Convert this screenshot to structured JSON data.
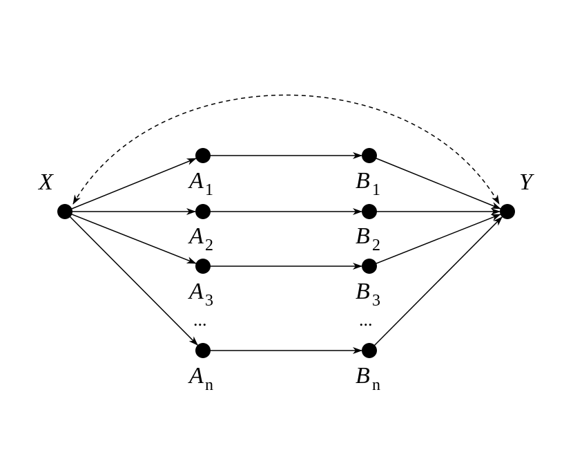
{
  "graph": {
    "source": {
      "id": "X",
      "label": "X"
    },
    "sink": {
      "id": "Y",
      "label": "Y"
    },
    "a_nodes": [
      {
        "id": "A1",
        "label": "A",
        "sub": "1"
      },
      {
        "id": "A2",
        "label": "A",
        "sub": "2"
      },
      {
        "id": "A3",
        "label": "A",
        "sub": "3"
      },
      {
        "id": "An",
        "label": "A",
        "sub": "n"
      }
    ],
    "b_nodes": [
      {
        "id": "B1",
        "label": "B",
        "sub": "1"
      },
      {
        "id": "B2",
        "label": "B",
        "sub": "2"
      },
      {
        "id": "B3",
        "label": "B",
        "sub": "3"
      },
      {
        "id": "Bn",
        "label": "B",
        "sub": "n"
      }
    ],
    "ellipsis": "...",
    "edges": [
      {
        "from": "X",
        "to": "A1",
        "style": "solid",
        "arrow": "end"
      },
      {
        "from": "X",
        "to": "A2",
        "style": "solid",
        "arrow": "end"
      },
      {
        "from": "X",
        "to": "A3",
        "style": "solid",
        "arrow": "end"
      },
      {
        "from": "X",
        "to": "An",
        "style": "solid",
        "arrow": "end"
      },
      {
        "from": "A1",
        "to": "B1",
        "style": "solid",
        "arrow": "end"
      },
      {
        "from": "A2",
        "to": "B2",
        "style": "solid",
        "arrow": "end"
      },
      {
        "from": "A3",
        "to": "B3",
        "style": "solid",
        "arrow": "end"
      },
      {
        "from": "An",
        "to": "Bn",
        "style": "solid",
        "arrow": "end"
      },
      {
        "from": "B1",
        "to": "Y",
        "style": "solid",
        "arrow": "end"
      },
      {
        "from": "B2",
        "to": "Y",
        "style": "solid",
        "arrow": "end"
      },
      {
        "from": "B3",
        "to": "Y",
        "style": "solid",
        "arrow": "end"
      },
      {
        "from": "Bn",
        "to": "Y",
        "style": "solid",
        "arrow": "end"
      },
      {
        "from": "X",
        "to": "Y",
        "style": "dashed",
        "arrow": "both",
        "shape": "arc"
      }
    ]
  },
  "colors": {
    "ink": "#000000",
    "background": "#ffffff"
  }
}
